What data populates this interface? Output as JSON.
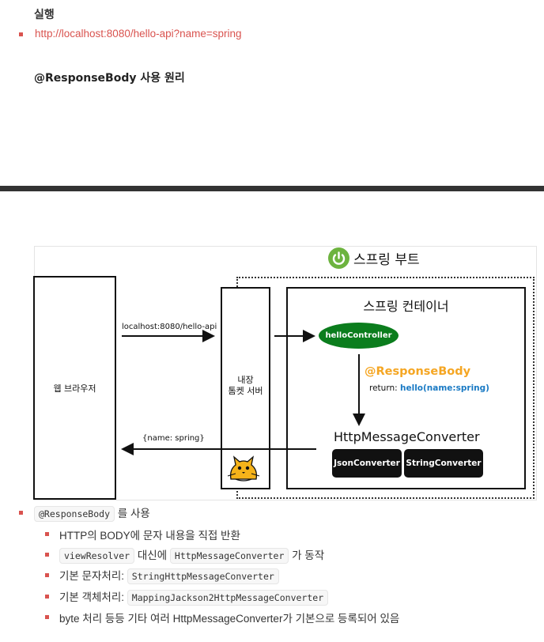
{
  "heading_run": "실행",
  "link_url": "http://localhost:8080/hello-api?name=spring",
  "heading_principle": "@ResponseBody 사용 원리",
  "diagram": {
    "spring_boot_label": "스프링 부트",
    "browser_label": "웹 브라우저",
    "tomcat_label_line1": "내장",
    "tomcat_label_line2": "톰켓 서버",
    "container_label": "스프링 컨테이너",
    "controller_label": "helloController",
    "request_label": "localhost:8080/hello-api",
    "response_label": "{name: spring}",
    "response_body_label": "@ResponseBody",
    "return_prefix": "return:",
    "return_value": "hello(name:spring)",
    "converter_title": "HttpMessageConverter",
    "json_converter": "JsonConverter",
    "string_converter": "StringConverter",
    "colors": {
      "spring_green": "#6db33f",
      "controller_green": "#0b7d1d",
      "annotation_orange": "#f5a623",
      "return_blue": "#1a7ac4"
    }
  },
  "notes": {
    "main_code": "@ResponseBody",
    "main_suffix": "를 사용",
    "item1": "HTTP의 BODY에 문자 내용을 직접 반환",
    "item2_code1": "viewResolver",
    "item2_mid": "대신에",
    "item2_code2": "HttpMessageConverter",
    "item2_suffix": "가 동작",
    "item3_prefix": "기본 문자처리:",
    "item3_code": "StringHttpMessageConverter",
    "item4_prefix": "기본 객체처리:",
    "item4_code": "MappingJackson2HttpMessageConverter",
    "item5": "byte 처리 등등 기타 여러 HttpMessageConverter가 기본으로 등록되어 있음"
  },
  "bullet_color": "#d9534f"
}
